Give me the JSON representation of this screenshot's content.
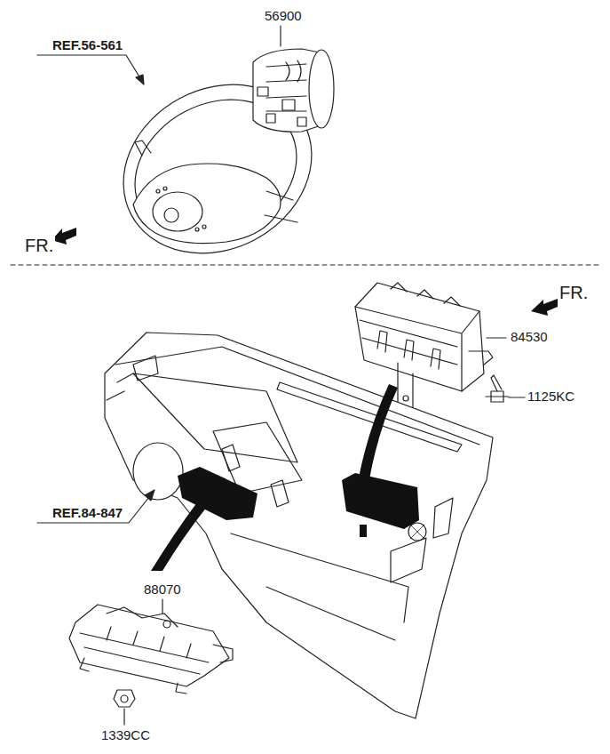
{
  "diagram": {
    "labels": [
      "56900",
      "REF.56-561",
      "FR.",
      "FR.",
      "84530",
      "1125KC",
      "REF.84-847",
      "88070",
      "1339CC"
    ]
  }
}
